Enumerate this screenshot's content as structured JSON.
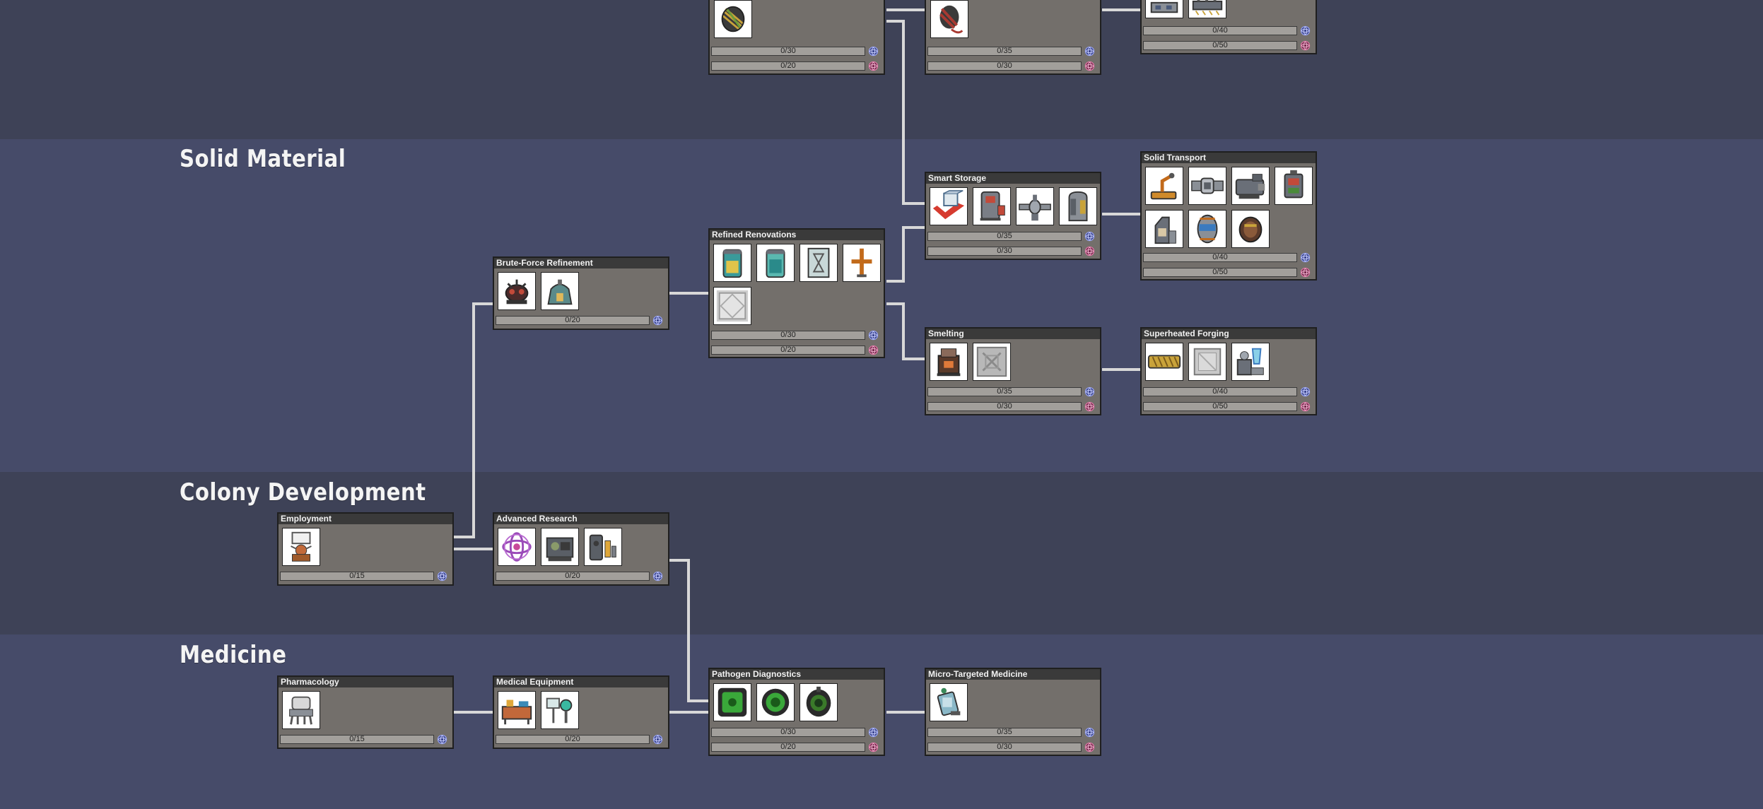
{
  "categories": [
    {
      "label": "Solid Material"
    },
    {
      "label": "Colony Development"
    },
    {
      "label": "Medicine"
    }
  ],
  "colors": {
    "background_dark": "#3e4257",
    "background_band": "#464b69",
    "node_body": "#736f6b",
    "node_header": "#3a3a3a",
    "connector": "#d8d8d8",
    "research_basic": "#5765c8",
    "research_advanced": "#b04a78"
  },
  "nodes": {
    "top_left": {
      "title": "",
      "bars": [
        "0/30",
        "0/20"
      ]
    },
    "top_mid": {
      "title": "",
      "bars": [
        "0/35",
        "0/30"
      ]
    },
    "top_right": {
      "title": "",
      "bars": [
        "0/40",
        "0/50"
      ]
    },
    "smart_storage": {
      "title": "Smart Storage",
      "bars": [
        "0/35",
        "0/30"
      ]
    },
    "solid_transport": {
      "title": "Solid Transport",
      "bars": [
        "0/40",
        "0/50"
      ]
    },
    "brute_force": {
      "title": "Brute-Force Refinement",
      "bars": [
        "0/20"
      ]
    },
    "refined_renovations": {
      "title": "Refined Renovations",
      "bars": [
        "0/30",
        "0/20"
      ]
    },
    "smelting": {
      "title": "Smelting",
      "bars": [
        "0/35",
        "0/30"
      ]
    },
    "superheated_forging": {
      "title": "Superheated Forging",
      "bars": [
        "0/40",
        "0/50"
      ]
    },
    "employment": {
      "title": "Employment",
      "bars": [
        "0/15"
      ]
    },
    "advanced_research": {
      "title": "Advanced Research",
      "bars": [
        "0/20"
      ]
    },
    "pharmacology": {
      "title": "Pharmacology",
      "bars": [
        "0/15"
      ]
    },
    "medical_equipment": {
      "title": "Medical Equipment",
      "bars": [
        "0/20"
      ]
    },
    "pathogen_diagnostics": {
      "title": "Pathogen Diagnostics",
      "bars": [
        "0/30",
        "0/20"
      ]
    },
    "micro_targeted_medicine": {
      "title": "Micro-Targeted Medicine",
      "bars": [
        "0/35",
        "0/30"
      ]
    }
  },
  "icon_names": [
    "wire-spool-icon",
    "conduit-spool-icon",
    "transit-tube-icon",
    "sensor-array-icon",
    "smart-storage-bin-icon",
    "robo-miner-icon",
    "conveyor-loader-icon",
    "storage-locker-icon",
    "auto-sweeper-icon",
    "conveyor-rail-icon",
    "conveyor-shutoff-icon",
    "conveyor-receptacle-icon",
    "conveyor-bridge-icon",
    "conveyor-chute-icon",
    "solid-filter-icon",
    "rock-crusher-icon",
    "kiln-icon",
    "gas-reservoir-icon",
    "liquid-reservoir-icon",
    "airlock-door-icon",
    "rotary-pump-icon",
    "metal-tile-icon",
    "metal-refinery-icon",
    "metal-tile-floor-icon",
    "plastic-tile-icon",
    "glass-forge-icon",
    "glass-tile-floor-icon",
    "skills-board-icon",
    "virtual-planetarium-icon",
    "research-station-icon",
    "super-computer-icon",
    "apothecary-icon",
    "sick-bay-icon",
    "disease-clinic-icon",
    "germ-sensor-icon",
    "disinfectant-icon",
    "radiation-lamp-icon",
    "advanced-medicine-icon"
  ]
}
